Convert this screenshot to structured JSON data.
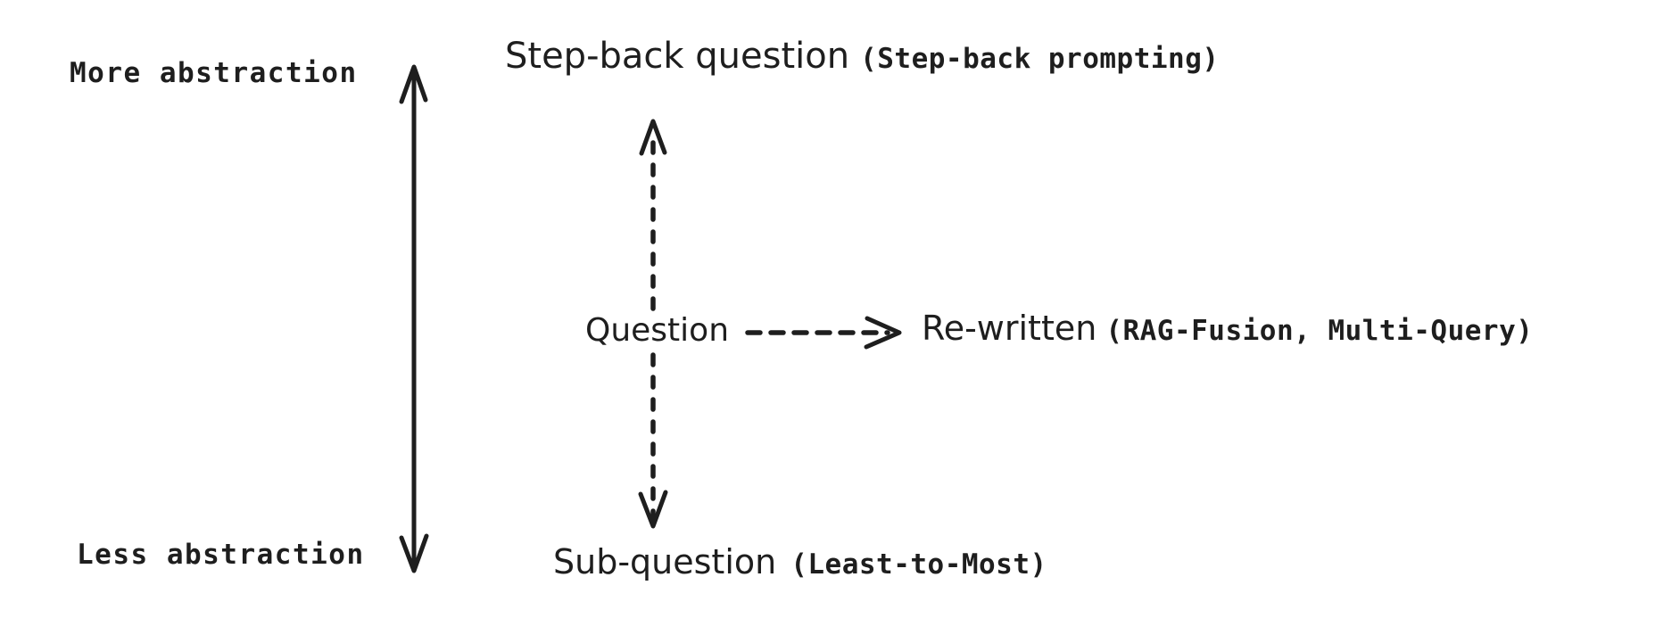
{
  "diagram": {
    "colors": {
      "ink": "#1e1e1e",
      "background": "#ffffff"
    },
    "axis": {
      "more_label": "More abstraction",
      "less_label": "Less abstraction"
    },
    "nodes": {
      "step_back": {
        "title": "Step-back question",
        "method": "(Step-back prompting)"
      },
      "question": {
        "title": "Question"
      },
      "re_written": {
        "title": "Re-written",
        "method": "(RAG-Fusion, Multi-Query)"
      },
      "sub_question": {
        "title": "Sub-question",
        "method": "(Least-to-Most)"
      }
    }
  }
}
